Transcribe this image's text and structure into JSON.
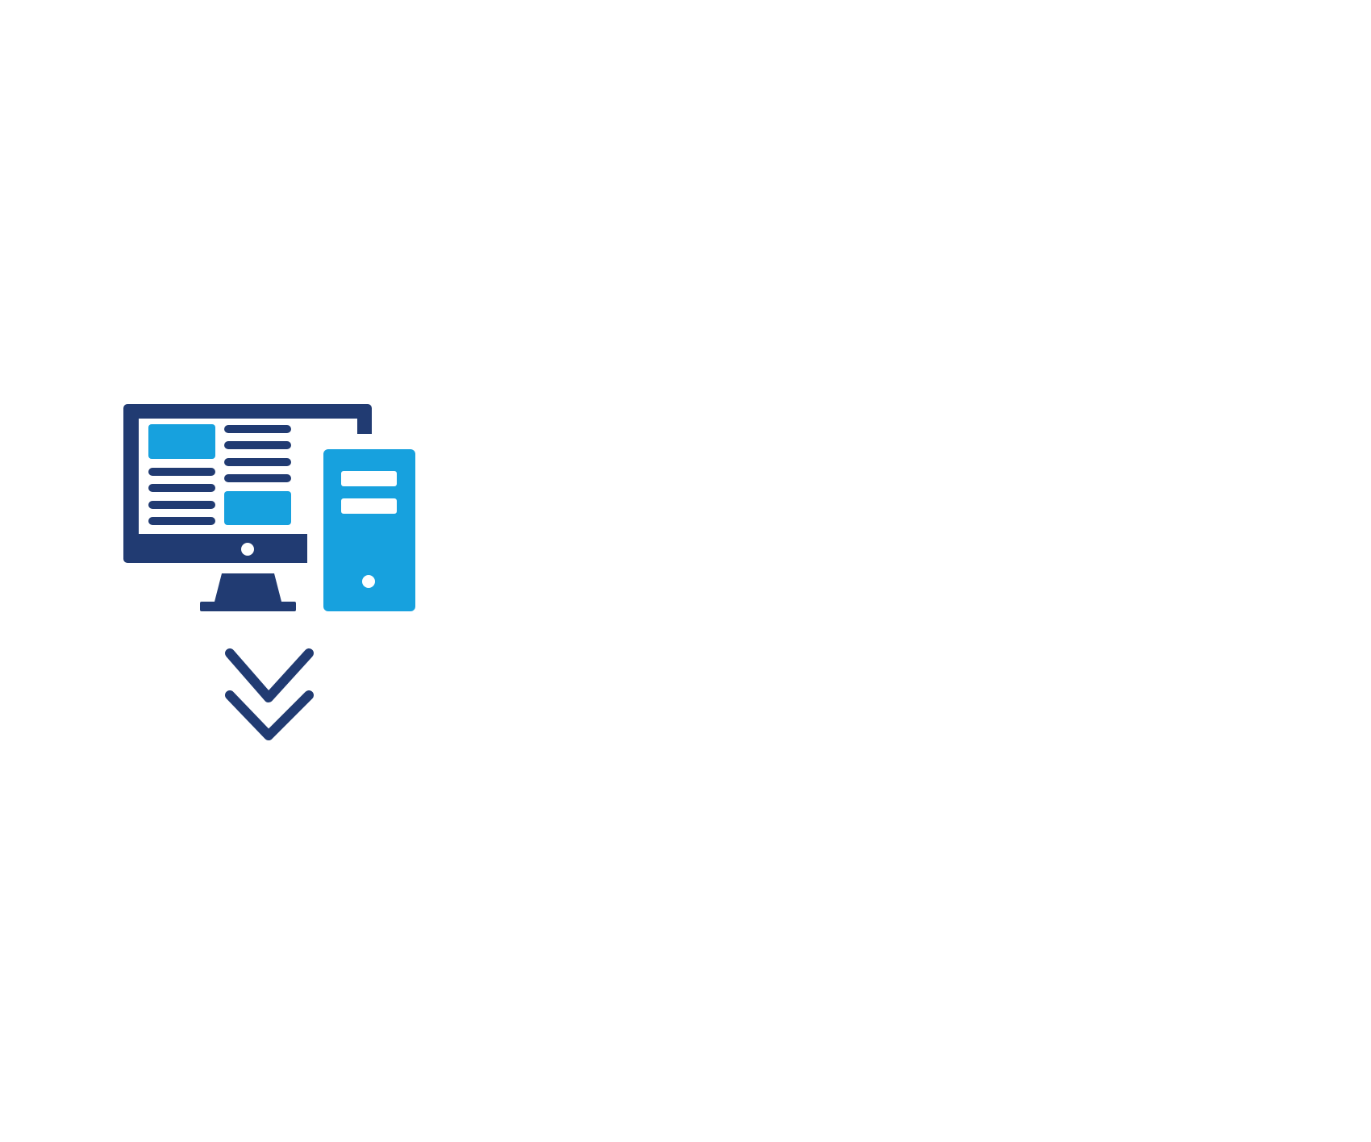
{
  "illustration": {
    "label": "Desktop computer with download arrows",
    "colors": {
      "navy": "#213b72",
      "sky": "#17a1de",
      "background": "#ffffff"
    },
    "icons": {
      "monitor": "monitor-icon",
      "tower": "computer-tower-icon",
      "arrows": "double-chevron-down-icon"
    },
    "monitor": {
      "left_column": {
        "image_blocks": 1,
        "text_lines": 4
      },
      "right_column": {
        "text_lines": 4,
        "image_blocks": 1
      }
    },
    "tower": {
      "drive_slots": 2,
      "power_button": 1
    },
    "chevrons": 2
  }
}
